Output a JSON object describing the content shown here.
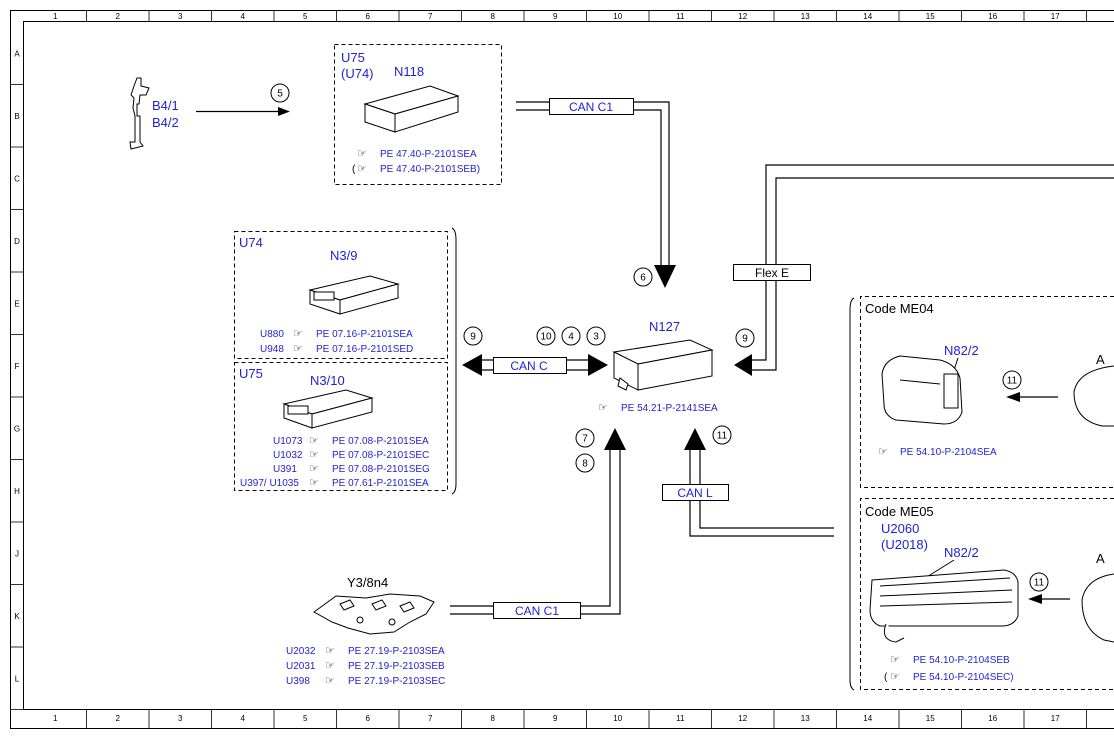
{
  "grid": {
    "columns": [
      "1",
      "2",
      "3",
      "4",
      "5",
      "6",
      "7",
      "8",
      "9",
      "10",
      "11",
      "12",
      "13",
      "14",
      "15",
      "16",
      "17"
    ],
    "rows": [
      "A",
      "B",
      "C",
      "D",
      "E",
      "F",
      "G",
      "H",
      "J",
      "K",
      "L"
    ]
  },
  "components": {
    "b4": {
      "line1": "B4/1",
      "line2": "B4/2"
    },
    "n118": {
      "variant1": "U75",
      "variant2": "(U74)",
      "code": "N118",
      "refs": [
        {
          "prefix": "",
          "doc": "PE 47.40-P-2101SEA"
        },
        {
          "prefix": "(",
          "doc": "PE 47.40-P-2101SEB)"
        }
      ]
    },
    "n3_9": {
      "variant": "U74",
      "code": "N3/9",
      "refs": [
        {
          "prefix": "U880",
          "doc": "PE 07.16-P-2101SEA"
        },
        {
          "prefix": "U948",
          "doc": "PE 07.16-P-2101SED"
        }
      ]
    },
    "n3_10": {
      "variant": "U75",
      "code": "N3/10",
      "refs": [
        {
          "prefix": "U1073",
          "doc": "PE 07.08-P-2101SEA"
        },
        {
          "prefix": "U1032",
          "doc": "PE 07.08-P-2101SEC"
        },
        {
          "prefix": "U391",
          "doc": "PE 07.08-P-2101SEG"
        },
        {
          "prefix": "U397/ U1035",
          "doc": "PE 07.61-P-2101SEA"
        }
      ]
    },
    "n127": {
      "code": "N127",
      "ref": "PE 54.21-P-2141SEA"
    },
    "y3_8n4": {
      "code": "Y3/8n4",
      "refs": [
        {
          "prefix": "U2032",
          "doc": "PE 27.19-P-2103SEA"
        },
        {
          "prefix": "U2031",
          "doc": "PE 27.19-P-2103SEB"
        },
        {
          "prefix": "U398",
          "doc": "PE 27.19-P-2103SEC"
        }
      ]
    },
    "me04": {
      "title": "Code ME04",
      "code": "N82/2",
      "partial": "A",
      "ref": "PE 54.10-P-2104SEA"
    },
    "me05": {
      "title": "Code ME05",
      "variant1": "U2060",
      "variant2": "(U2018)",
      "code": "N82/2",
      "partial": "A",
      "refs": [
        {
          "prefix": "",
          "doc": "PE 54.10-P-2104SEB"
        },
        {
          "prefix": "(",
          "doc": "PE 54.10-P-2104SEC)"
        }
      ]
    }
  },
  "buses": {
    "can_c1_top": "CAN C1",
    "can_c": "CAN C",
    "flex_e": "Flex E",
    "can_l": "CAN L",
    "can_c1_bottom": "CAN C1"
  },
  "callouts": {
    "c5": "5",
    "c6": "6",
    "c9_left": "9",
    "c10": "10",
    "c4": "4",
    "c3": "3",
    "c9_right": "9",
    "c7": "7",
    "c8": "8",
    "c11_bottom": "11",
    "c11_me04": "11",
    "c11_me05": "11"
  },
  "colors": {
    "reference_text": "#1f1fd6",
    "line": "#000000",
    "background": "#ffffff"
  }
}
